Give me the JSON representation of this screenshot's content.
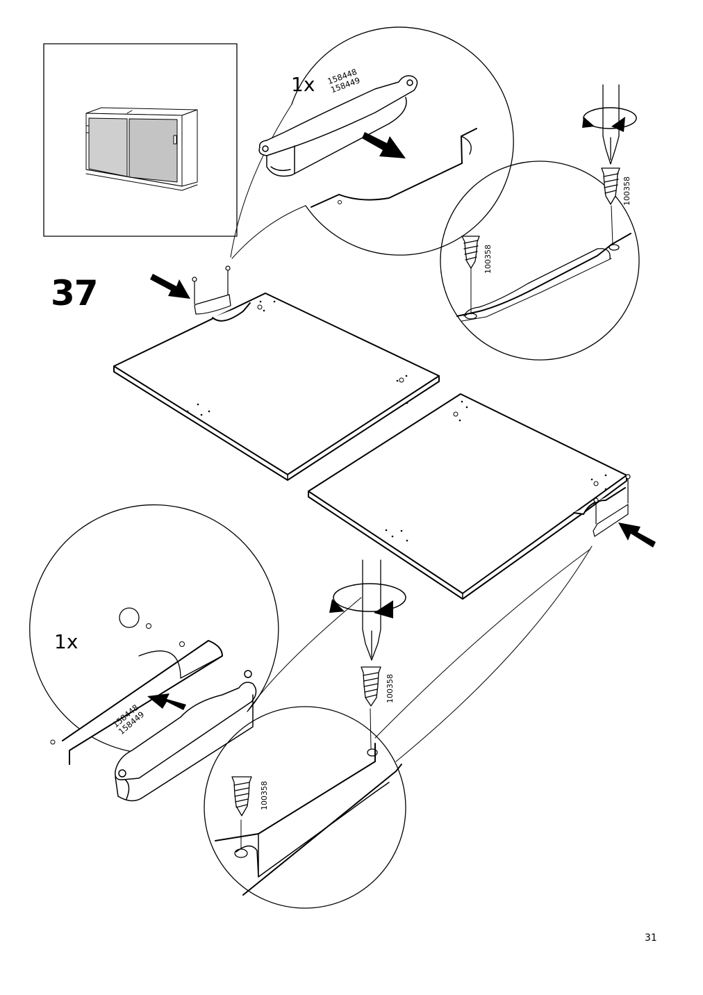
{
  "step": {
    "number": "37"
  },
  "callouts": {
    "top": {
      "quantity": "1x",
      "part_numbers": [
        "158448",
        "158449"
      ]
    },
    "bottom": {
      "quantity": "1x",
      "part_numbers": [
        "158448",
        "158449"
      ]
    }
  },
  "screws": {
    "part_number": "100358",
    "labels": [
      "100358",
      "100358",
      "100358",
      "100358"
    ]
  },
  "page": {
    "number": "31"
  }
}
